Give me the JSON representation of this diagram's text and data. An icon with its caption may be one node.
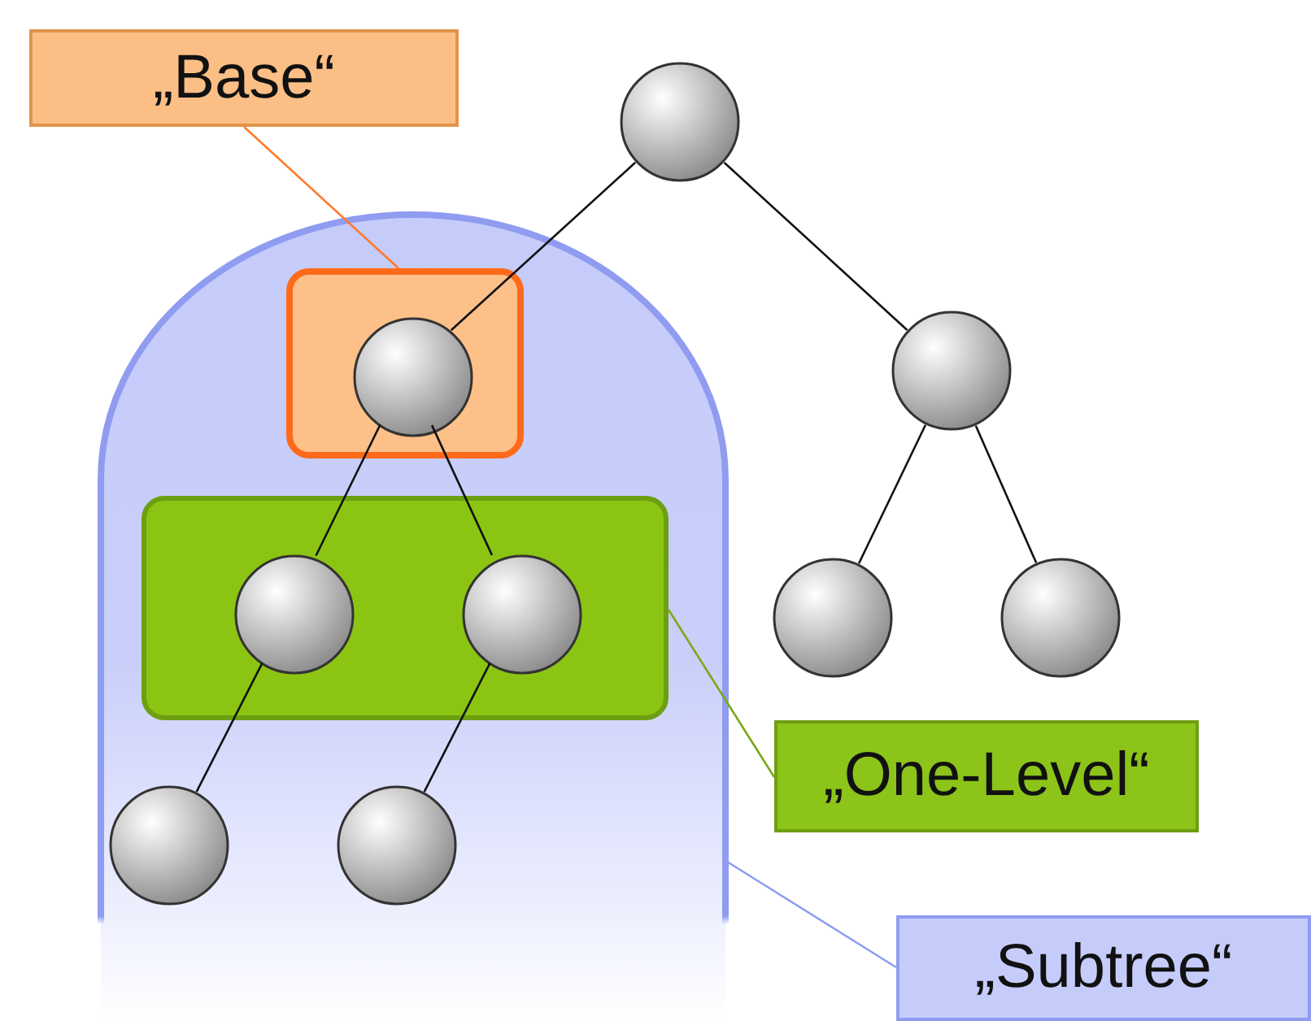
{
  "diagram": {
    "nodes": [
      {
        "text": [
          "„Base“"
        ]
      },
      {
        "text": [
          "„One-Level“"
        ]
      },
      {
        "text": [
          "„Subtree“"
        ]
      },
      {
        "text": [],
        "shape": "box"
      },
      {
        "text": [],
        "shape": "box",
        "in": 3
      },
      {
        "text": [],
        "shape": "box",
        "in": 3
      },
      {
        "text": [],
        "shape": "circle"
      },
      {
        "text": [],
        "shape": "circle",
        "in": 4
      },
      {
        "text": [],
        "shape": "circle"
      },
      {
        "text": [],
        "shape": "circle",
        "in": 5
      },
      {
        "text": [],
        "shape": "circle",
        "in": 5
      },
      {
        "text": [],
        "shape": "circle"
      },
      {
        "text": [],
        "shape": "circle"
      },
      {
        "text": [],
        "shape": "circle",
        "in": 3
      },
      {
        "text": [],
        "shape": "circle",
        "in": 3
      }
    ],
    "edges": [
      {
        "from": 6,
        "to": 7,
        "arrow": "none"
      },
      {
        "from": 6,
        "to": 8,
        "arrow": "none"
      },
      {
        "from": 7,
        "to": 9,
        "arrow": "none"
      },
      {
        "from": 7,
        "to": 10,
        "arrow": "none"
      },
      {
        "from": 8,
        "to": 11,
        "arrow": "none"
      },
      {
        "from": 8,
        "to": 12,
        "arrow": "none"
      },
      {
        "from": 9,
        "to": 13,
        "arrow": "none"
      },
      {
        "from": 10,
        "to": 14,
        "arrow": "none"
      },
      {
        "from": 0,
        "to": 4,
        "arrow": "none",
        "color": "#ff7a2a"
      },
      {
        "from": 1,
        "to": 5,
        "arrow": "none",
        "color": "#7aa818"
      },
      {
        "from": 2,
        "to": 3,
        "arrow": "none",
        "color": "#8f9cf0"
      }
    ]
  }
}
